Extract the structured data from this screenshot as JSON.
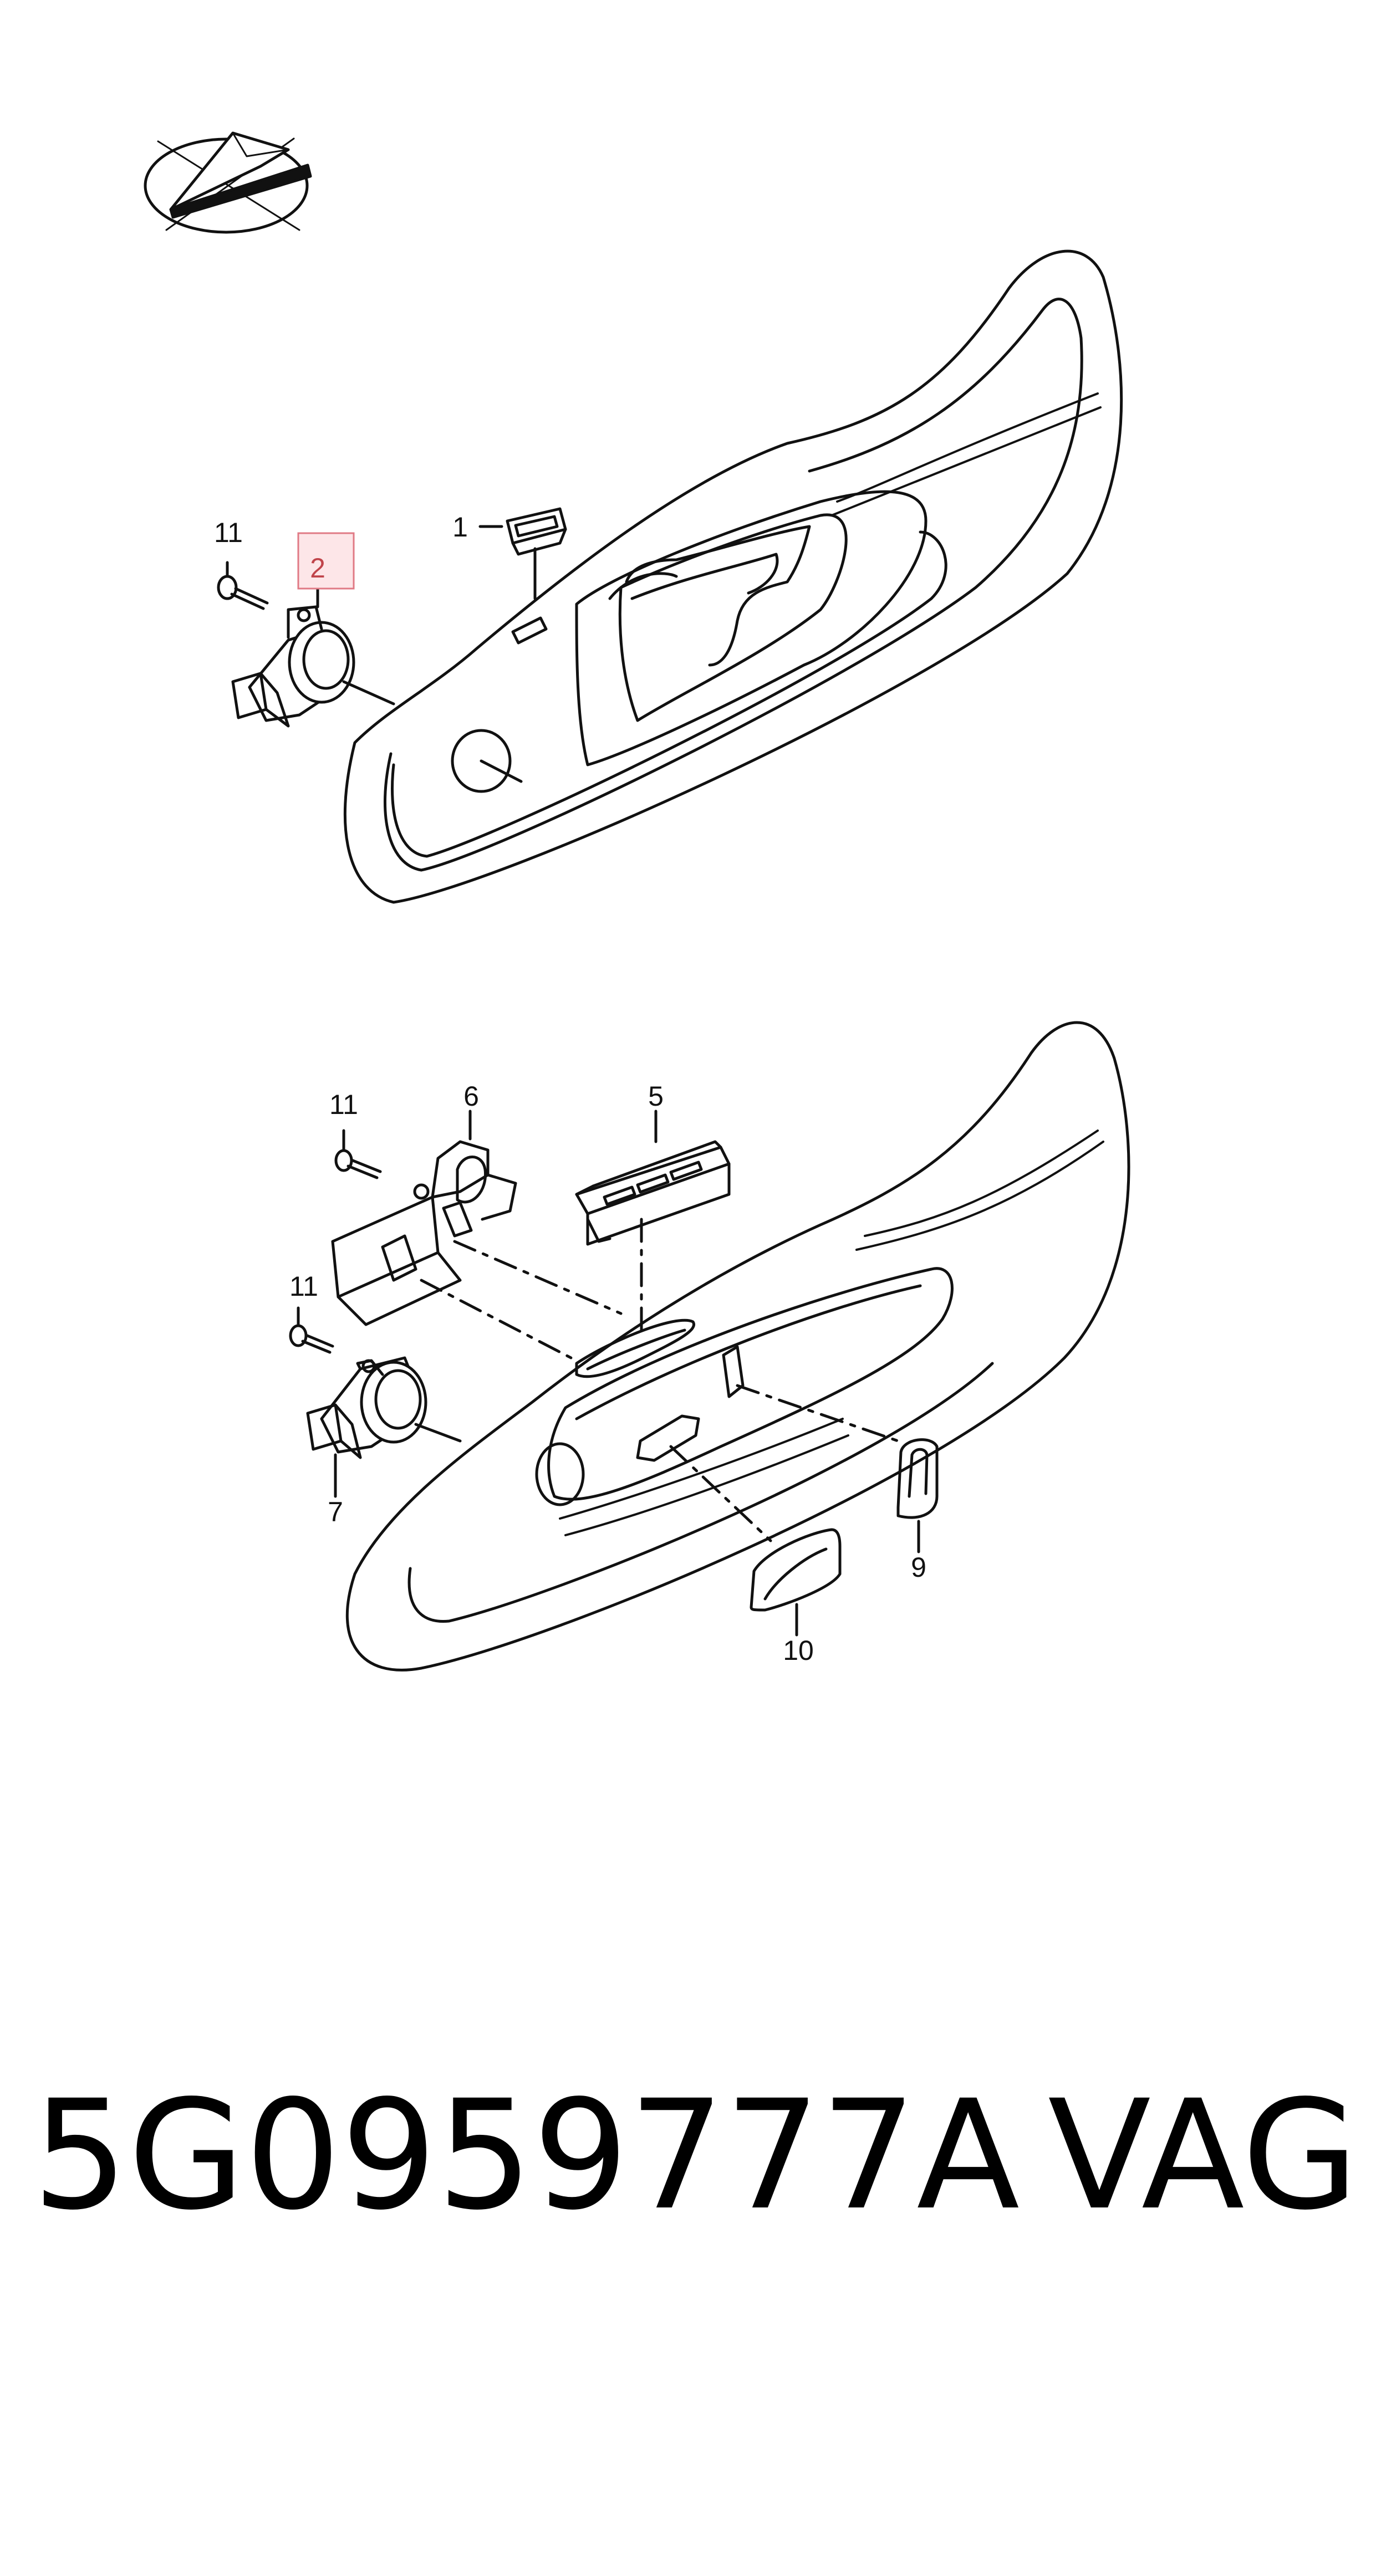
{
  "diagram": {
    "colors": {
      "line": "#111111",
      "highlight_fill": "#fde6e8",
      "highlight_stroke": "#e07a85",
      "highlight_text": "#c0444a"
    },
    "icons": {
      "orientation": "orientation-arrow-icon"
    },
    "callouts": {
      "c1": "1",
      "c2": "2",
      "c5": "5",
      "c6": "6",
      "c7": "7",
      "c9": "9",
      "c10": "10",
      "c11_top": "11",
      "c11_mid_a": "11",
      "c11_mid_b": "11"
    },
    "highlighted_callout": "2"
  },
  "caption": {
    "part_number": "5G0959777A",
    "brand": "VAG"
  }
}
